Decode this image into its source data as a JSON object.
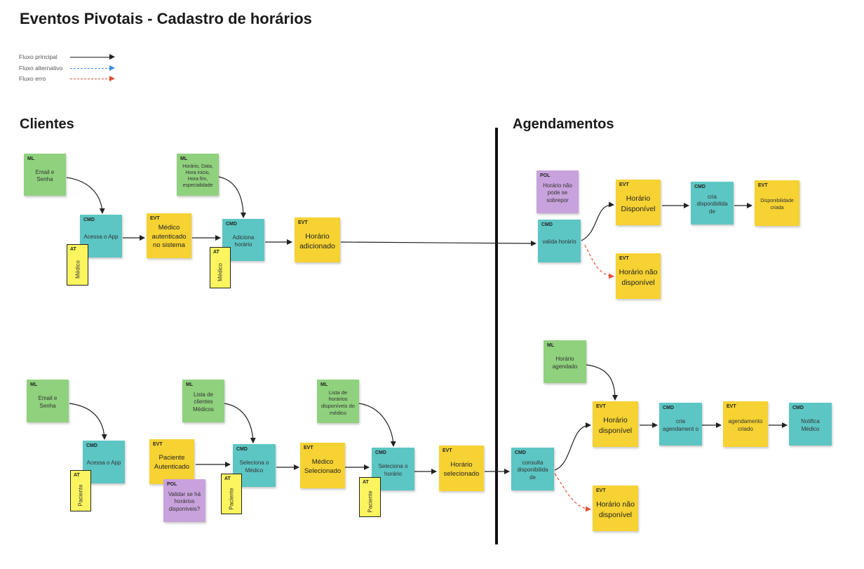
{
  "title": "Eventos Pivotais - Cadastro de horários",
  "legend": {
    "principal": "Fluxo principal",
    "alternativo": "Fluxo alternativo",
    "erro": "Fluxo erro"
  },
  "colors": {
    "principal": "#222222",
    "alternativo": "#3d8fe0",
    "erro": "#e0503a",
    "ml": "#8fd17d",
    "cmd": "#5cc6c4",
    "evt": "#f6d232",
    "pol": "#c8a2dc",
    "at": "#fcf55f"
  },
  "sections": {
    "clientes": "Clientes",
    "agendamentos": "Agendamentos"
  },
  "tags": {
    "ml": "ML",
    "cmd": "CMD",
    "evt": "EVT",
    "pol": "POL",
    "at": "AT"
  },
  "notes": {
    "ml_email_1": "Email e Senha",
    "cmd_acessa_1": "Acessa o App",
    "at_medico_1": "Médico",
    "evt_medico_autenticado": "Médico autenticado no sistema",
    "ml_horario_data": "Horário, Data, Hora inicio, Hora fim, especialidade",
    "cmd_adiciona_horario": "Adiciona horário",
    "at_medico_2": "Médico",
    "evt_horario_adicionado": "Horário adicionado",
    "pol_nao_sobrepor": "Horário não pode se sobrepor",
    "cmd_valida_horario": "valida horário",
    "evt_horario_disponivel_1": "Horário Disponível",
    "cmd_cria_disponibilidade": "cria disponibilida de",
    "evt_disponibilidade_criada": "Disponibilidade criada",
    "evt_horario_nao_disponivel_1": "Horário não disponível",
    "ml_email_2": "Email e Senha",
    "cmd_acessa_2": "Acessa o App",
    "at_paciente_1": "Paciente",
    "evt_paciente_autenticado": "Paciente Autenticado",
    "pol_validar_horarios": "Validar se há horários disponíveis?",
    "ml_lista_medicos": "Lista de clientes Médicos",
    "cmd_seleciona_medico": "Seleciona o Médico",
    "at_paciente_2": "Paciente",
    "evt_medico_selecionado": "Médico Selecionado",
    "ml_lista_horarios": "Lista de horários disponíveis do médico",
    "cmd_seleciona_horario": "Seleciona o horário",
    "at_paciente_3": "Paciente",
    "evt_horario_selecionado": "Horário selecionado",
    "cmd_consulta_disponibilidade": "consulta disponibilida de",
    "ml_horario_agendado": "Horário agendado",
    "evt_horario_disponivel_2": "Horário disponível",
    "cmd_cria_agendamento": "cria agendament o",
    "evt_agendamento_criado": "agendamento criado",
    "cmd_notifica_medico": "Notifica Médico",
    "evt_horario_nao_disponivel_2": "Horário não disponível"
  }
}
